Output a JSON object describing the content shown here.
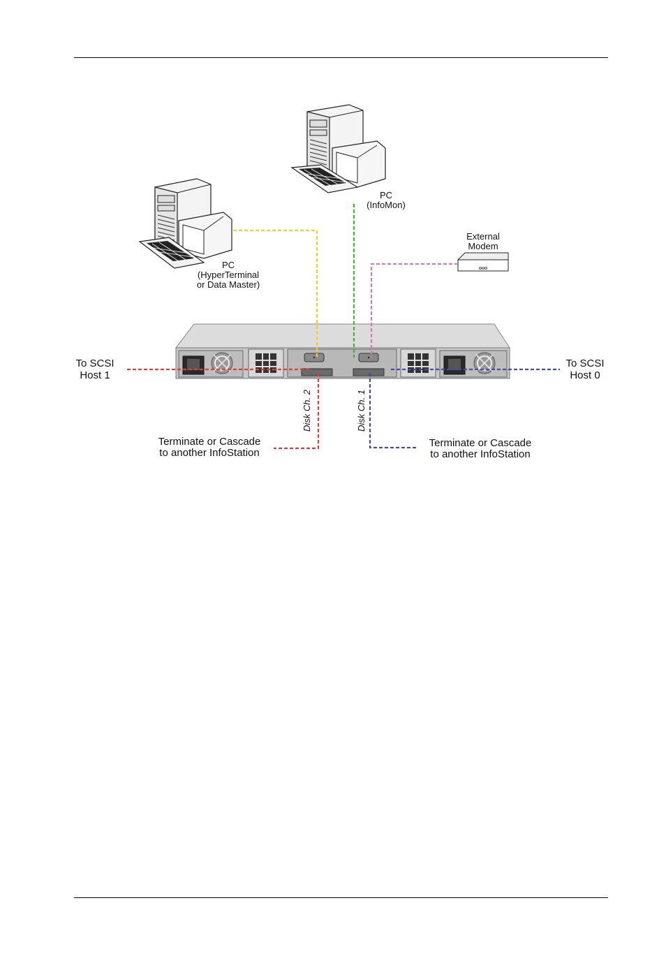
{
  "labels": {
    "pc_infomon_1": "PC",
    "pc_infomon_2": "(InfoMon)",
    "pc_hyper_1": "PC",
    "pc_hyper_2": "(HyperTerminal",
    "pc_hyper_3": "or Data Master)",
    "modem_1": "External",
    "modem_2": "Modem",
    "scsi_host1_1": "To SCSI",
    "scsi_host1_2": "Host 1",
    "scsi_host0_1": "To SCSI",
    "scsi_host0_2": "Host 0",
    "disk_ch2": "Disk Ch. 2",
    "disk_ch1": "Disk Ch. 1",
    "terminate_left_1": "Terminate or Cascade",
    "terminate_left_2": "to another InfoStation",
    "terminate_right_1": "Terminate or Cascade",
    "terminate_right_2": "to another InfoStation"
  },
  "colors": {
    "hyperterminal_cable": "#f2cf2a",
    "infomon_cable": "#4caf3c",
    "modem_cable": "#d874b8",
    "host1_cable": "#e03c3c",
    "host0_cable": "#4a4aa0",
    "disk_ch2_cable": "#e03c3c",
    "disk_ch1_cable": "#4a4aa0"
  }
}
